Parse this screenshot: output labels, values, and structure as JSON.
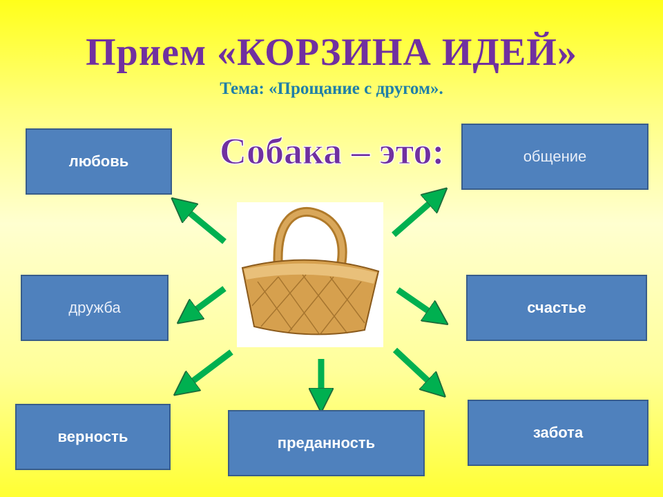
{
  "title": "Прием «КОРЗИНА ИДЕЙ»",
  "subtitle": "Тема: «Прощание  с  другом».",
  "heading": "Собака – это:",
  "ideas": {
    "love": "любовь",
    "communication": "общение",
    "friendship": "дружба",
    "happiness": "счастье",
    "loyalty": "верность",
    "devotion": "преданность",
    "care": "забота"
  },
  "colors": {
    "box": "#4f81bd",
    "arrow": "#00b050",
    "title": "#7030a0"
  }
}
